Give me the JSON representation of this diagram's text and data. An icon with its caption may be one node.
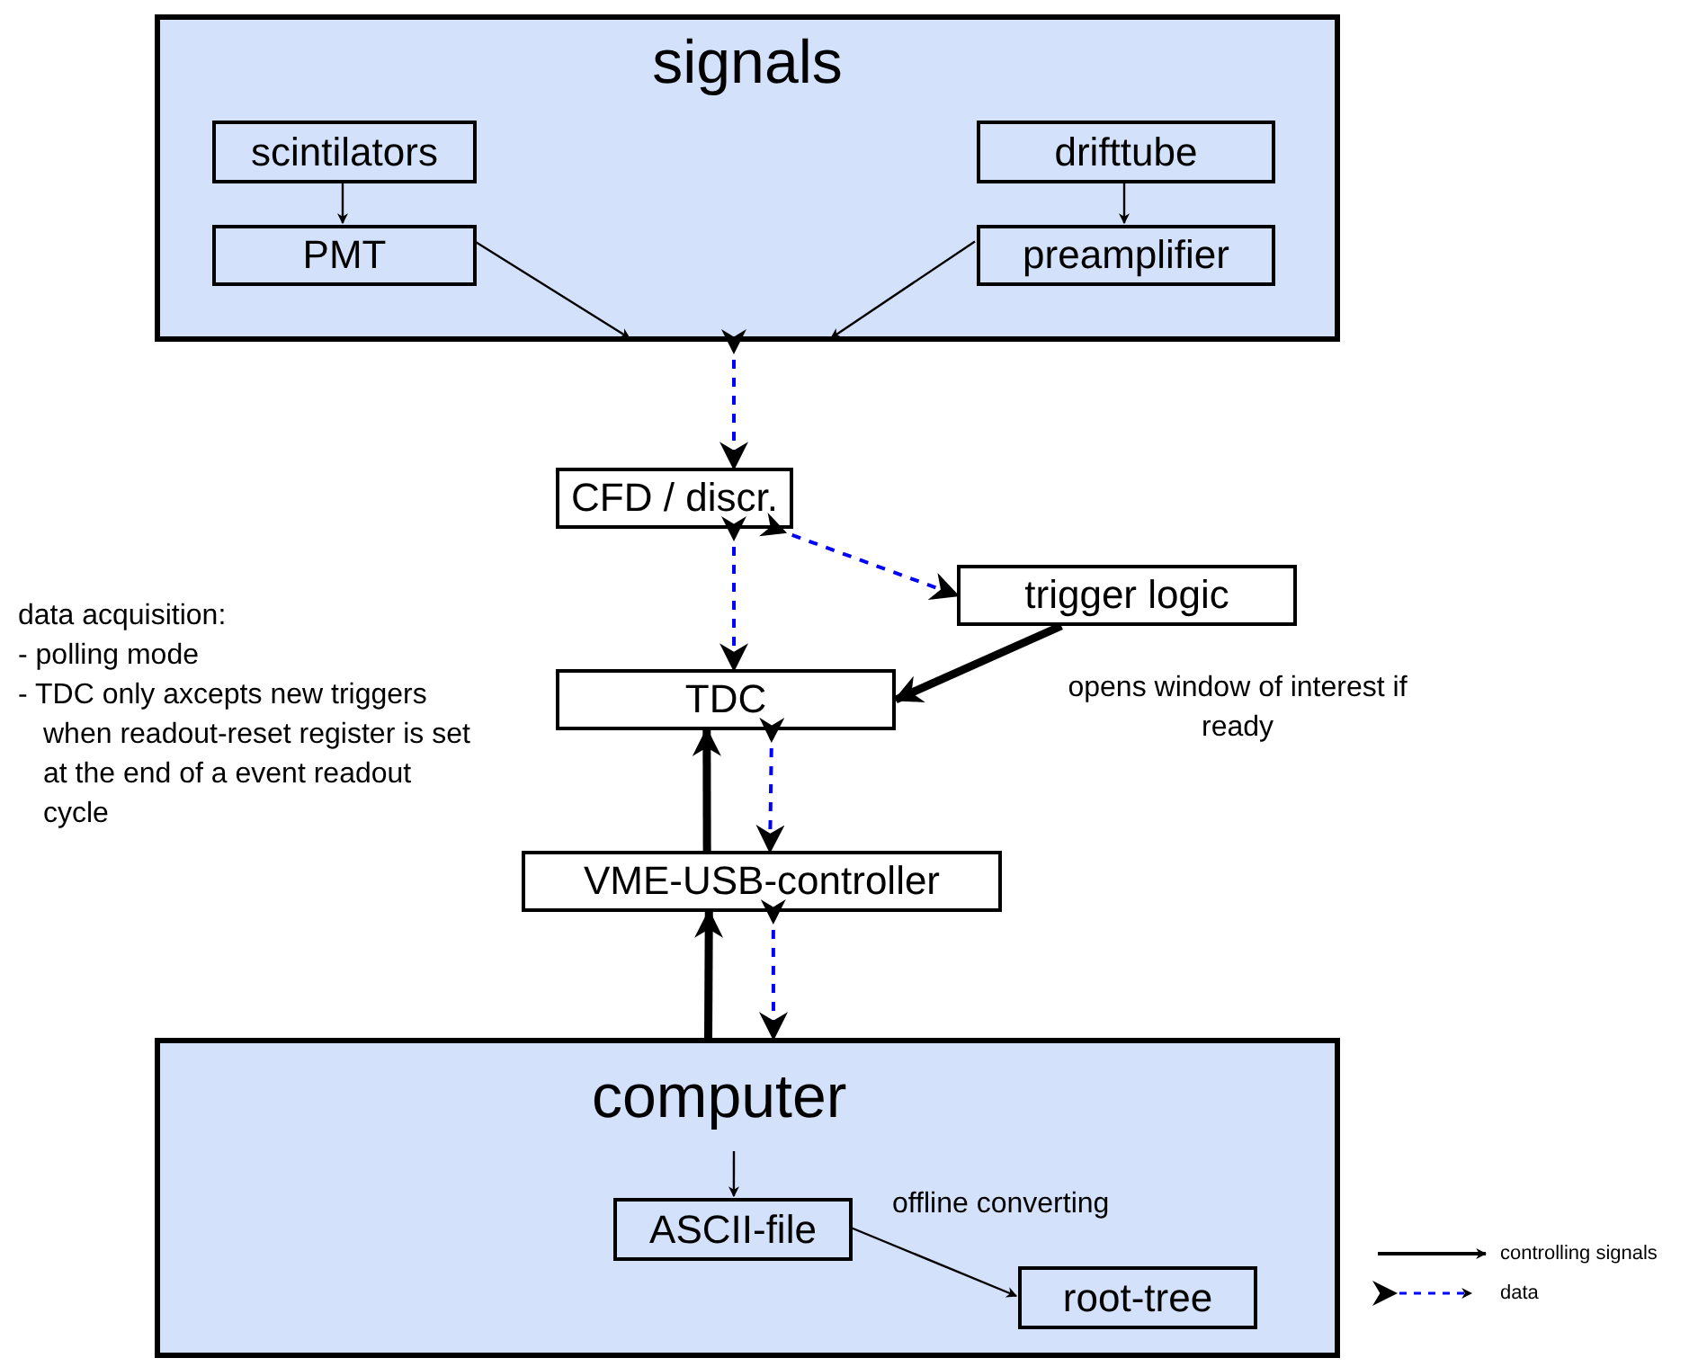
{
  "diagram": {
    "nodes": [
      {
        "text": [
          "signals"
        ]
      },
      {
        "text": [
          "scintilators"
        ],
        "in": 0
      },
      {
        "text": [
          "PMT"
        ],
        "in": 0
      },
      {
        "text": [
          "drifttube"
        ],
        "in": 0
      },
      {
        "text": [
          "preamplifier"
        ],
        "in": 0
      },
      {
        "text": [
          "CFD / discr."
        ]
      },
      {
        "text": [
          "trigger logic"
        ]
      },
      {
        "text": [
          "TDC"
        ]
      },
      {
        "text": [
          "VME-USB-controller"
        ]
      },
      {
        "text": [
          "computer"
        ]
      },
      {
        "text": [
          "ASCII-file"
        ],
        "in": 9
      },
      {
        "text": [
          "root-tree"
        ],
        "in": 9
      }
    ],
    "edges": [
      {
        "from": 1,
        "to": 2,
        "arrow": "to"
      },
      {
        "from": 3,
        "to": 4,
        "arrow": "to"
      },
      {
        "from": 2,
        "to": null,
        "arrow": "to"
      },
      {
        "from": 4,
        "to": null,
        "arrow": "to"
      },
      {
        "from": 0,
        "to": 5,
        "arrow": "to",
        "style": "dashed",
        "color": "#0000ff"
      },
      {
        "from": 5,
        "to": 7,
        "arrow": "to",
        "style": "dashed",
        "color": "#0000ff"
      },
      {
        "from": 5,
        "to": 6,
        "arrow": "to",
        "style": "dashed",
        "color": "#0000ff"
      },
      {
        "from": 6,
        "to": 7,
        "arrow": "to",
        "style": "thick",
        "label": "opens window of interest if ready"
      },
      {
        "from": 7,
        "to": 8,
        "arrow": "to",
        "style": "dashed",
        "color": "#0000ff"
      },
      {
        "from": 8,
        "to": 7,
        "arrow": "to",
        "style": "thick"
      },
      {
        "from": 8,
        "to": 9,
        "arrow": "to",
        "style": "dashed",
        "color": "#0000ff"
      },
      {
        "from": 9,
        "to": 8,
        "arrow": "to",
        "style": "thick"
      },
      {
        "from": null,
        "to": 10,
        "arrow": "to"
      },
      {
        "from": 10,
        "to": 11,
        "arrow": "to",
        "label": "offline converting"
      }
    ],
    "labels": [
      "data acquisition:",
      "- polling mode",
      "- TDC only axcepts new triggers when readout-reset register is set at the end of a event readout cycle"
    ],
    "legend": [
      {
        "text": "controlling signals"
      },
      {
        "text": "data"
      }
    ]
  }
}
